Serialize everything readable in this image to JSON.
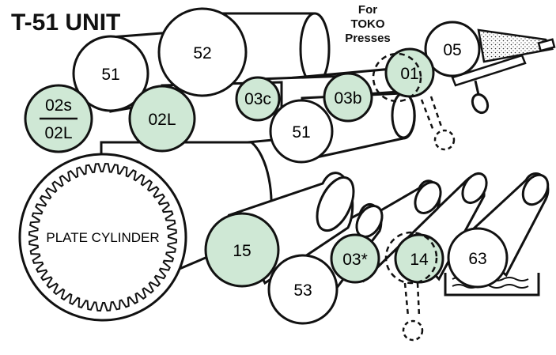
{
  "title": "T-51 UNIT",
  "note": {
    "line1": "For",
    "line2": "TOKO",
    "line3": "Presses"
  },
  "rollers": {
    "r51_top": "51",
    "r52": "52",
    "r05": "05",
    "r01": "01",
    "r03c": "03c",
    "r03b": "03b",
    "r51_mid": "51",
    "r02s": "02s",
    "r02l_split": "02L",
    "r02l": "02L",
    "r15": "15",
    "r53": "53",
    "r03star": "03*",
    "r14": "14",
    "r63": "63"
  },
  "plate_cylinder": "PLATE CYLINDER",
  "colors": {
    "green": "#cfe8d5",
    "line": "#111111",
    "fill_white": "#ffffff"
  }
}
